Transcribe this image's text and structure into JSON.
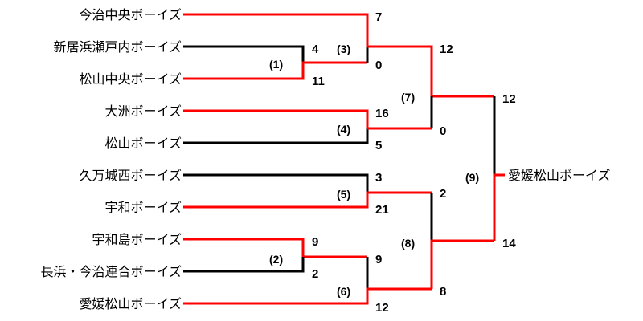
{
  "teams": [
    "今治中央ボーイズ",
    "新居浜瀬戸内ボーイズ",
    "松山中央ボーイズ",
    "大洲ボーイズ",
    "松山ボーイズ",
    "久万城西ボーイズ",
    "宇和ボーイズ",
    "宇和島ボーイズ",
    "長浜・今治連合ボーイズ",
    "愛媛松山ボーイズ"
  ],
  "champion": "愛媛松山ボーイズ",
  "matches": {
    "m1": {
      "label": "(1)",
      "scores": [
        "4",
        "11"
      ]
    },
    "m2": {
      "label": "(2)",
      "scores": [
        "9",
        "2"
      ]
    },
    "m3": {
      "label": "(3)",
      "scores": [
        "7",
        "0"
      ]
    },
    "m4": {
      "label": "(4)",
      "scores": [
        "16",
        "5"
      ]
    },
    "m5": {
      "label": "(5)",
      "scores": [
        "3",
        "21"
      ]
    },
    "m6": {
      "label": "(6)",
      "scores": [
        "9",
        "12"
      ]
    },
    "m7": {
      "label": "(7)",
      "scores": [
        "12",
        "0"
      ]
    },
    "m8": {
      "label": "(8)",
      "scores": [
        "2",
        "8"
      ]
    },
    "m9": {
      "label": "(9)",
      "scores": [
        "12",
        "14"
      ]
    }
  },
  "colors": {
    "winner": "#ff0000",
    "loser": "#000000"
  }
}
